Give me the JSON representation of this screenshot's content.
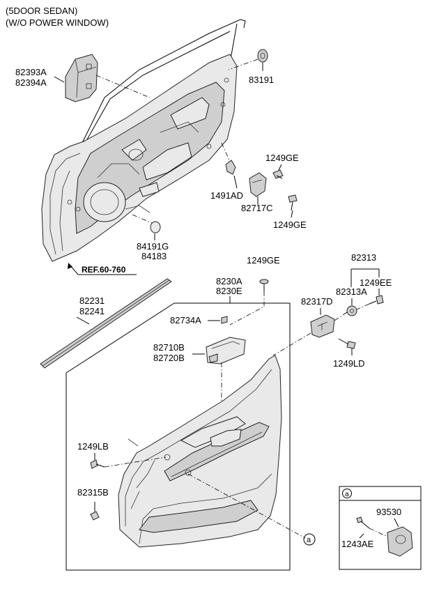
{
  "header": {
    "line1": "(5DOOR SEDAN)",
    "line2": "(W/O POWER WINDOW)"
  },
  "labels": {
    "p82393a": "82393A",
    "p82394a": "82394A",
    "p83191": "83191",
    "p1249ge_1": "1249GE",
    "p1491ad": "1491AD",
    "p82717c": "82717C",
    "p1249ge_2": "1249GE",
    "p84191g": "84191G",
    "p84183": "84183",
    "ref": "REF.60-760",
    "p1249ge_3": "1249GE",
    "p8230a": "8230A",
    "p8230e": "8230E",
    "p82231": "82231",
    "p82241": "82241",
    "p82313": "82313",
    "p82313a": "82313A",
    "p1249ee": "1249EE",
    "p82317d": "82317D",
    "p82734a": "82734A",
    "p82710b": "82710B",
    "p82720b": "82720B",
    "p1249ld": "1249LD",
    "p1249lb": "1249LB",
    "p82315b": "82315B",
    "callout_a": "a",
    "inset_a": "a",
    "p93530": "93530",
    "p1243ae": "1243AE"
  }
}
